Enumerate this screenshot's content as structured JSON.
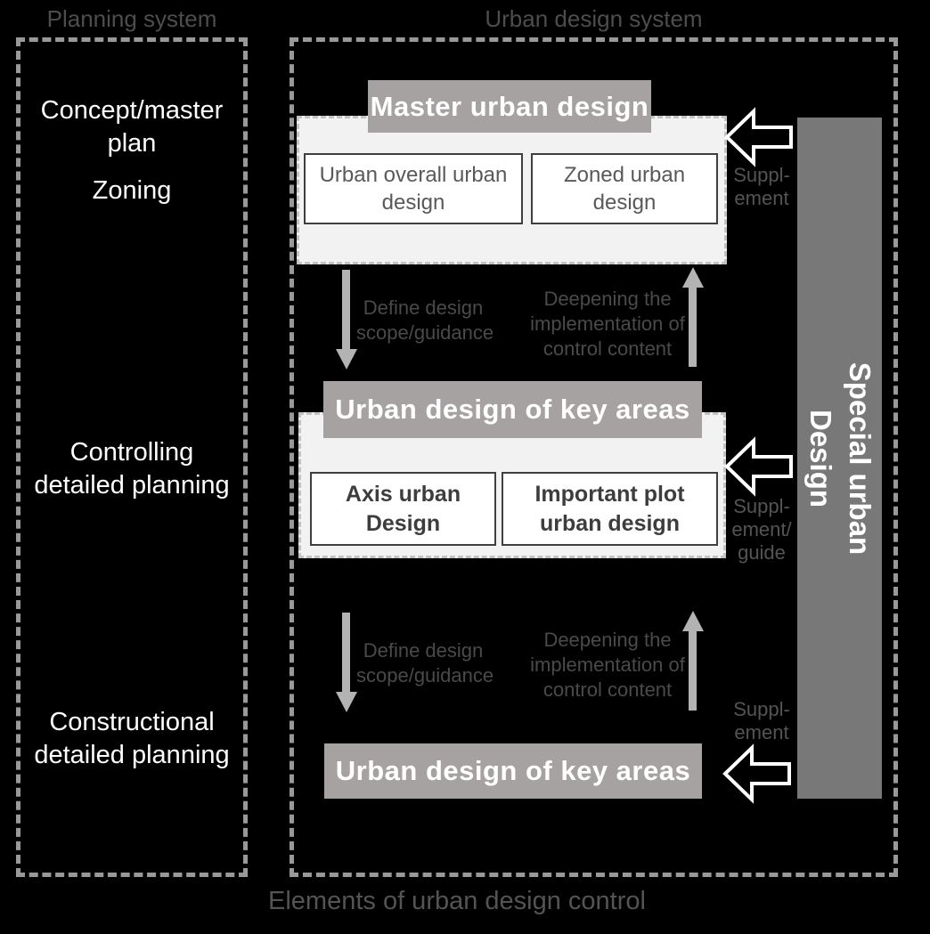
{
  "titles": {
    "planning_system": "Planning system",
    "urban_design_system": "Urban design system",
    "bottom_caption": "Elements of urban design control"
  },
  "planning_panel": {
    "items": [
      {
        "label": "Concept/master\nplan"
      },
      {
        "label": "Zoning"
      },
      {
        "label": "Controlling\ndetailed planning"
      },
      {
        "label": "Constructional\ndetailed planning"
      }
    ]
  },
  "urban_panel": {
    "master": {
      "header": "Master urban design",
      "box1": "Urban overall urban\ndesign",
      "box2": "Zoned urban\ndesign"
    },
    "key_areas": {
      "header": "Urban design of key areas",
      "box1": "Axis urban\nDesign",
      "box2": "Important plot\nurban design"
    },
    "key_areas_bottom": {
      "header": "Urban design of key areas"
    },
    "flows": {
      "define": "Define design\nscope/guidance",
      "deepen": "Deepening the\nimplementation of\ncontrol content"
    },
    "supplements": {
      "top": "Suppl-\nement",
      "middle": "Suppl-\nement/\nguide",
      "bottom": "Suppl-\nement"
    }
  },
  "special_bar": {
    "label": "Special urban\nDesign"
  },
  "colors": {
    "background": "#000000",
    "panel_dash_border": "#999999",
    "header_fill": "#a5a2a1",
    "container_fill": "#f2f2f2",
    "container_dash_border": "#c2c2c2",
    "special_bar_fill": "#787878",
    "muted_title_text": "#4d4d4d",
    "flow_label_text": "#4a4a4a",
    "flow_arrow": "#b3b3b3",
    "box_text": "#595959",
    "box_text_bold": "#3d3d3d",
    "outline_arrow_stroke": "#ffffff"
  }
}
